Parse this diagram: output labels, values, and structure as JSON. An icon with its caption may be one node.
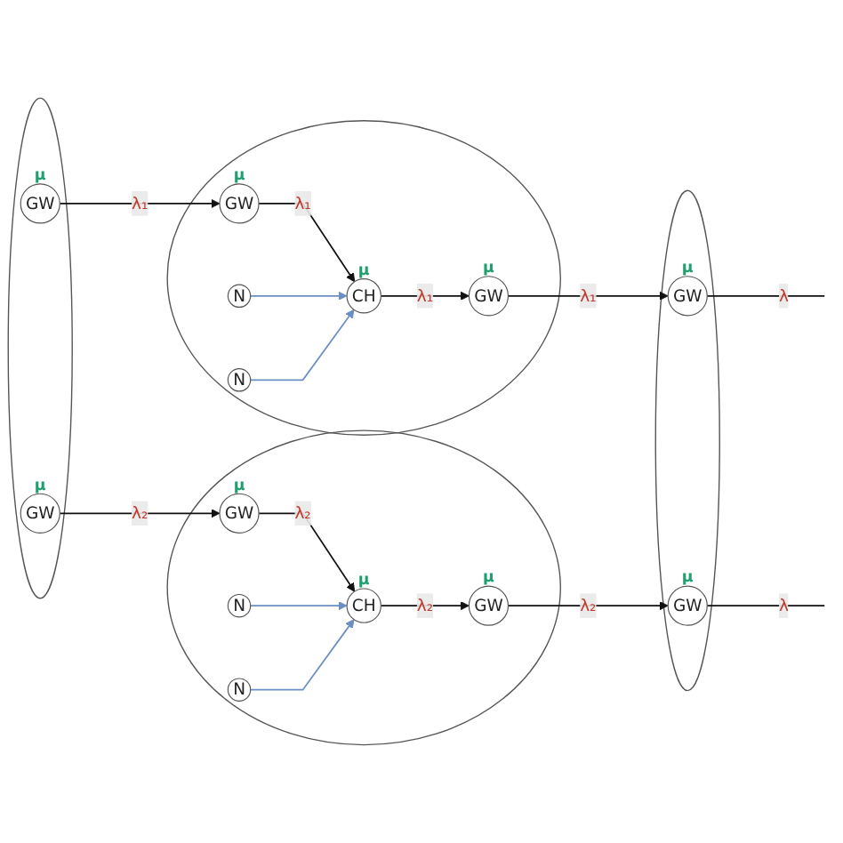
{
  "diagram": {
    "nodes": [
      {
        "text": [],
        "shape": "circle"
      },
      {
        "text": [
          "GW"
        ],
        "in": 0,
        "beside": [
          "μ"
        ]
      },
      {
        "text": [
          "GW"
        ],
        "in": 0,
        "beside": [
          "μ"
        ]
      },
      {
        "text": [],
        "shape": "circle"
      },
      {
        "text": [
          "GW"
        ],
        "in": 3,
        "beside": [
          "μ"
        ]
      },
      {
        "text": [
          "N"
        ],
        "in": 3
      },
      {
        "text": [
          "CH"
        ],
        "in": 3,
        "beside": [
          "μ"
        ]
      },
      {
        "text": [
          "N"
        ],
        "in": 3
      },
      {
        "text": [
          "GW"
        ],
        "in": 3,
        "beside": [
          "μ"
        ]
      },
      {
        "text": [],
        "shape": "circle"
      },
      {
        "text": [
          "GW"
        ],
        "in": 9,
        "beside": [
          "μ"
        ]
      },
      {
        "text": [
          "CH"
        ],
        "in": 9,
        "beside": [
          "μ"
        ]
      },
      {
        "text": [
          "GW"
        ],
        "in": 9,
        "beside": [
          "μ"
        ]
      },
      {
        "text": [
          "N"
        ],
        "in": 9
      },
      {
        "text": [
          "N"
        ],
        "in": 9
      },
      {
        "text": [],
        "shape": "circle"
      },
      {
        "text": [
          "GW"
        ],
        "in": 15,
        "beside": [
          "μ"
        ]
      },
      {
        "text": [
          "GW"
        ],
        "in": 15,
        "beside": [
          "μ"
        ]
      }
    ],
    "edges": [
      {
        "from": 1,
        "to": 4,
        "arrow": "to",
        "label": "λ₁"
      },
      {
        "from": 4,
        "to": 6,
        "arrow": "to",
        "label": "λ₁"
      },
      {
        "from": 5,
        "to": 6,
        "arrow": "to",
        "color": "#6b8fc4"
      },
      {
        "from": 7,
        "to": 6,
        "arrow": "to",
        "color": "#6b8fc4"
      },
      {
        "from": 6,
        "to": 8,
        "arrow": "to",
        "label": "λ₁"
      },
      {
        "from": 8,
        "to": 16,
        "arrow": "to",
        "label": "λ₁"
      },
      {
        "from": 2,
        "to": 10,
        "arrow": "to",
        "label": "λ₂"
      },
      {
        "from": 10,
        "to": 11,
        "arrow": "to",
        "label": "λ₂"
      },
      {
        "from": 13,
        "to": 11,
        "arrow": "to",
        "color": "#6b8fc4"
      },
      {
        "from": 14,
        "to": 11,
        "arrow": "to",
        "color": "#6b8fc4"
      },
      {
        "from": 11,
        "to": 12,
        "arrow": "to",
        "label": "λ₂"
      },
      {
        "from": 12,
        "to": 17,
        "arrow": "to",
        "label": "λ₂"
      },
      {
        "from": 16,
        "to": null,
        "arrow": "none",
        "label": "λ"
      },
      {
        "from": 17,
        "to": null,
        "arrow": "none",
        "label": "λ"
      }
    ]
  }
}
